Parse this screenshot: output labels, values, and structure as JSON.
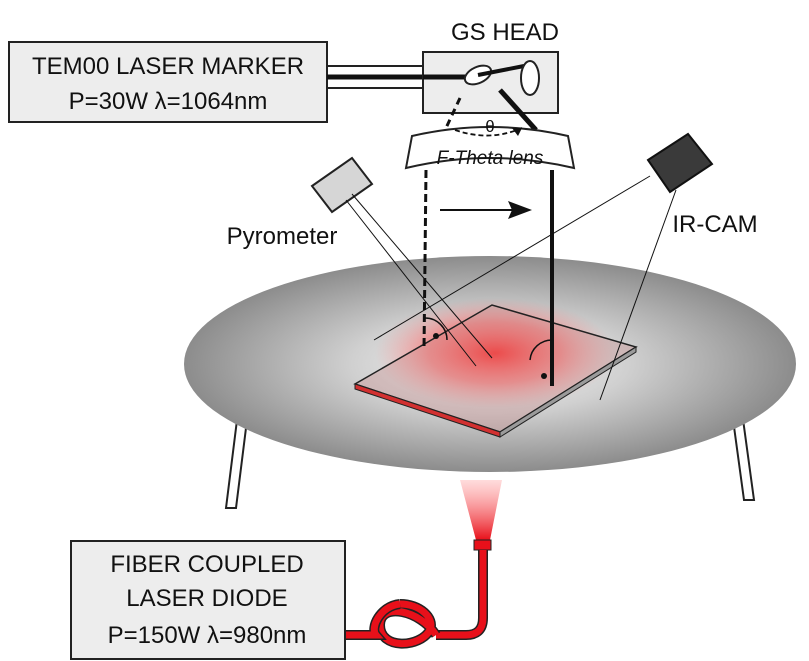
{
  "laser_marker": {
    "line1": "TEM00 LASER MARKER",
    "line2": "P=30W λ=1064nm"
  },
  "gs_head": {
    "label": "GS HEAD"
  },
  "lens": {
    "label": "F-Theta lens",
    "angle_symbol": "θ"
  },
  "pyrometer": {
    "label": "Pyrometer"
  },
  "ir_cam": {
    "label": "IR-CAM"
  },
  "diode": {
    "line1": "FIBER COUPLED",
    "line2": "LASER DIODE",
    "line3": "P=150W λ=980nm"
  },
  "colors": {
    "laser_red": "#e8101a",
    "box_fill": "#ededed",
    "platform_edge": "#8a8a8a",
    "platform_center": "#f2f2f2",
    "ir_cam_body": "#3a3a3a",
    "pyrometer_body": "#d6d6d6"
  }
}
